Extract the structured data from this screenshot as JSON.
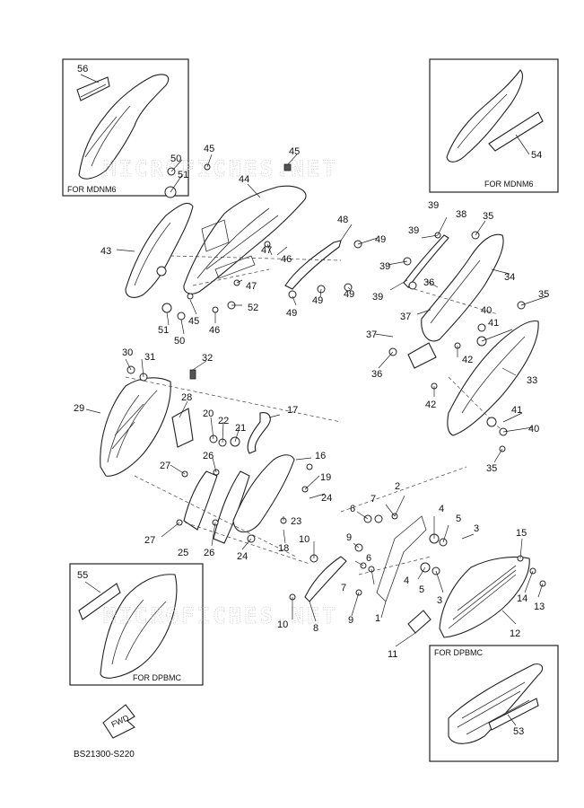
{
  "diagram": {
    "insets": {
      "top_left": "FOR MDNM6",
      "top_right": "FOR MDNM6",
      "bottom_left": "FOR DPBMC",
      "bottom_right": "FOR DPBMC"
    },
    "watermark": "MICROFICHES.NET",
    "fwd_label": "FWD",
    "drawing_code": "BS21300-S220",
    "callouts": {
      "c1": "1",
      "c2": "2",
      "c3a": "3",
      "c3b": "3",
      "c4a": "4",
      "c4b": "4",
      "c5a": "5",
      "c5b": "5",
      "c6a": "6",
      "c6b": "6",
      "c7a": "7",
      "c7b": "7",
      "c8": "8",
      "c9a": "9",
      "c9b": "9",
      "c10a": "10",
      "c10b": "10",
      "c11": "11",
      "c12": "12",
      "c13": "13",
      "c14": "14",
      "c15": "15",
      "c16": "16",
      "c17": "17",
      "c18": "18",
      "c19": "19",
      "c20": "20",
      "c21": "21",
      "c22": "22",
      "c23": "23",
      "c24a": "24",
      "c24b": "24",
      "c25": "25",
      "c26a": "26",
      "c26b": "26",
      "c27a": "27",
      "c27b": "27",
      "c28": "28",
      "c29": "29",
      "c30": "30",
      "c31": "31",
      "c32": "32",
      "c33": "33",
      "c34": "34",
      "c35a": "35",
      "c35b": "35",
      "c35c": "35",
      "c36a": "36",
      "c36b": "36",
      "c37a": "37",
      "c37b": "37",
      "c38": "38",
      "c39a": "39",
      "c39b": "39",
      "c39c": "39",
      "c39d": "39",
      "c40a": "40",
      "c40b": "40",
      "c41a": "41",
      "c41b": "41",
      "c42a": "42",
      "c42b": "42",
      "c43": "43",
      "c44": "44",
      "c45a": "45",
      "c45b": "45",
      "c45c": "45",
      "c46a": "46",
      "c46b": "46",
      "c47a": "47",
      "c47b": "47",
      "c48": "48",
      "c49a": "49",
      "c49b": "49",
      "c49c": "49",
      "c49d": "49",
      "c50a": "50",
      "c50b": "50",
      "c51a": "51",
      "c51b": "51",
      "c52": "52",
      "c53": "53",
      "c54": "54",
      "c55": "55",
      "c56": "56"
    }
  }
}
